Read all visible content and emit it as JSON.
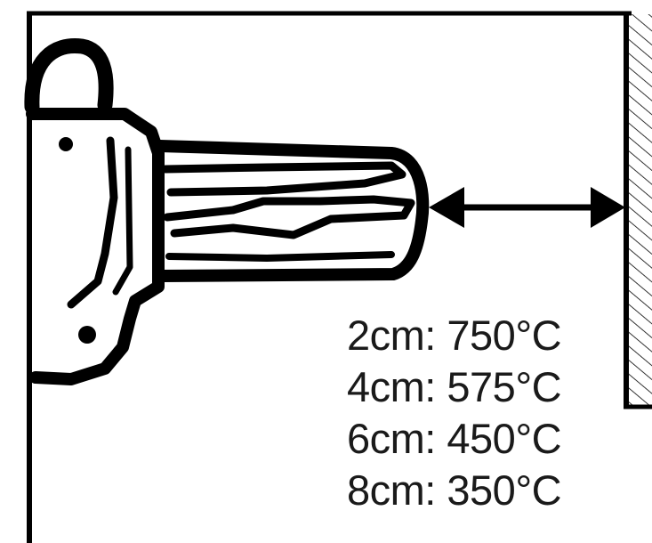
{
  "figure": {
    "distance_labels": [
      "2cm: 750°C",
      "4cm: 575°C",
      "6cm: 450°C",
      "8cm: 350°C"
    ]
  },
  "colors": {
    "ink": "#000000",
    "background": "#ffffff"
  },
  "icons": {
    "tool": "heat-gun-icon",
    "surface": "hatched-wall",
    "distance": "double-headed-arrow-icon"
  }
}
